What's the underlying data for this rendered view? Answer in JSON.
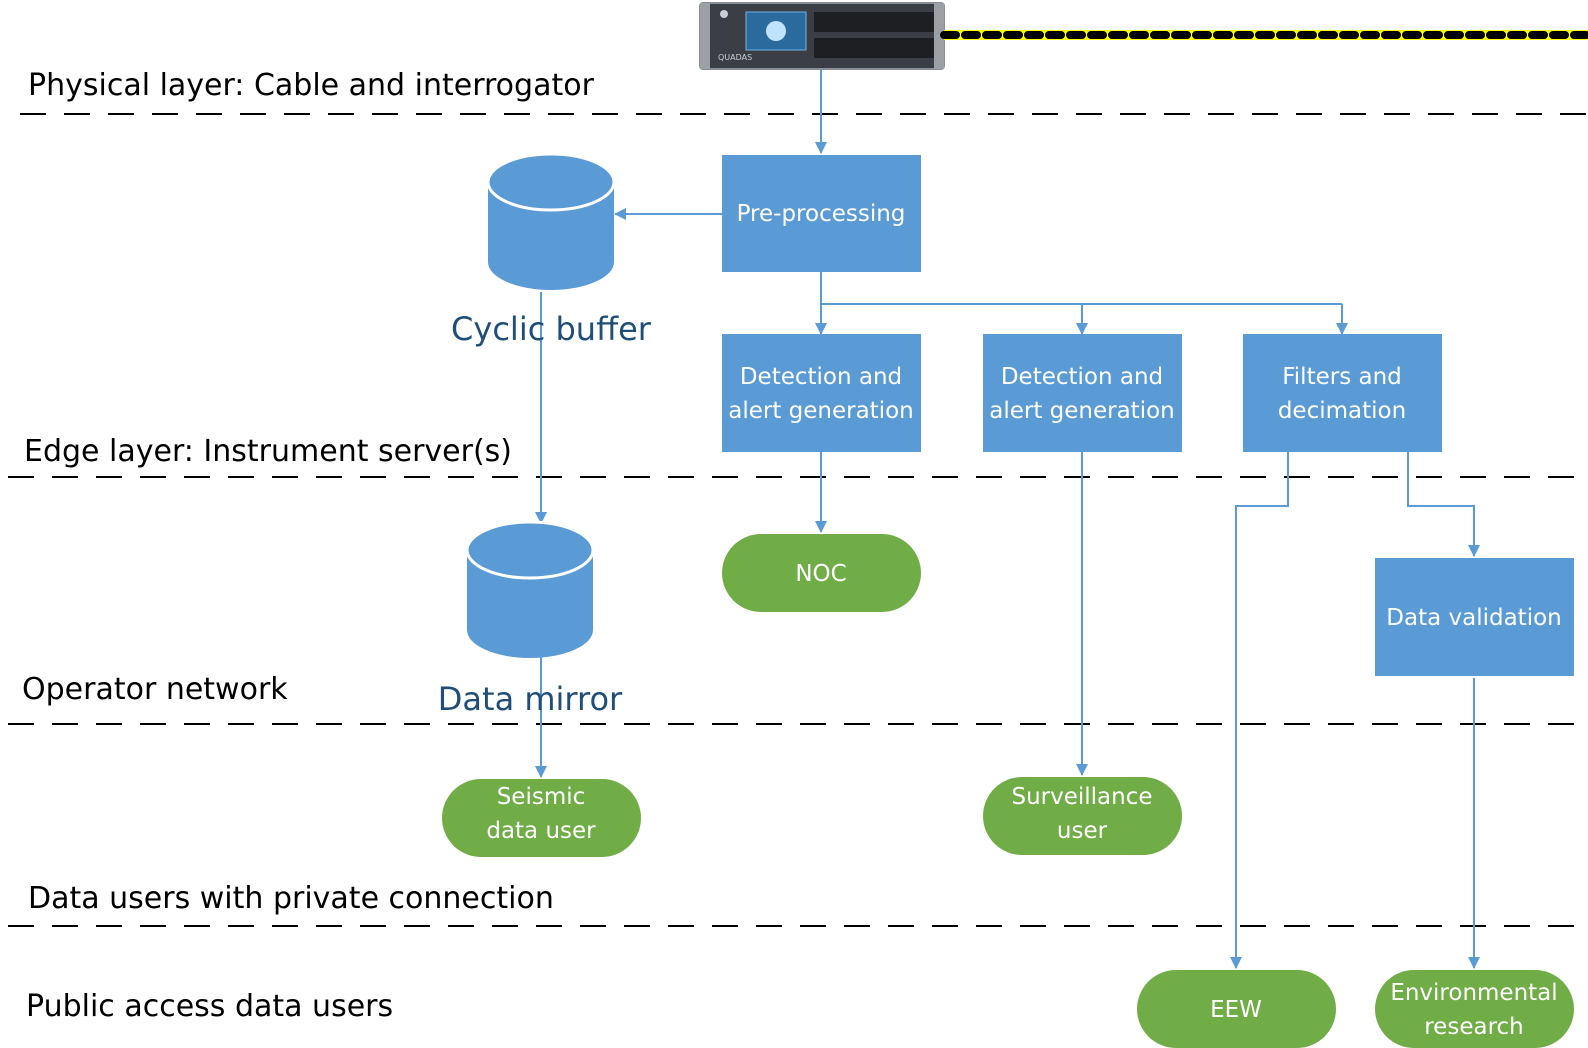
{
  "layers": {
    "physical": "Physical layer: Cable and interrogator",
    "edge": "Edge layer: Instrument server(s)",
    "operator": "Operator network",
    "private": "Data users with private connection",
    "public": "Public access data users"
  },
  "process": {
    "preprocessing": "Pre-processing",
    "detection1": [
      "Detection and",
      "alert generation"
    ],
    "detection2": [
      "Detection and",
      "alert generation"
    ],
    "filters": [
      "Filters and",
      "decimation"
    ],
    "validation": "Data validation"
  },
  "storage": {
    "cyclic_buffer": "Cyclic buffer",
    "data_mirror": "Data mirror"
  },
  "users": {
    "noc": "NOC",
    "seismic": [
      "Seismic",
      "data user"
    ],
    "surveillance": [
      "Surveillance",
      "user"
    ],
    "eew": "EEW",
    "environmental": [
      "Environmental",
      "research"
    ]
  },
  "interrogator": {
    "brand_text": "QUADAS"
  },
  "colors": {
    "process_box": "#5b9bd5",
    "user_pill": "#70ad47",
    "connector": "#5b9bd5",
    "storage_label": "#1f4e79",
    "cable_dash": "#000000",
    "cable_base": "#ffff00"
  }
}
